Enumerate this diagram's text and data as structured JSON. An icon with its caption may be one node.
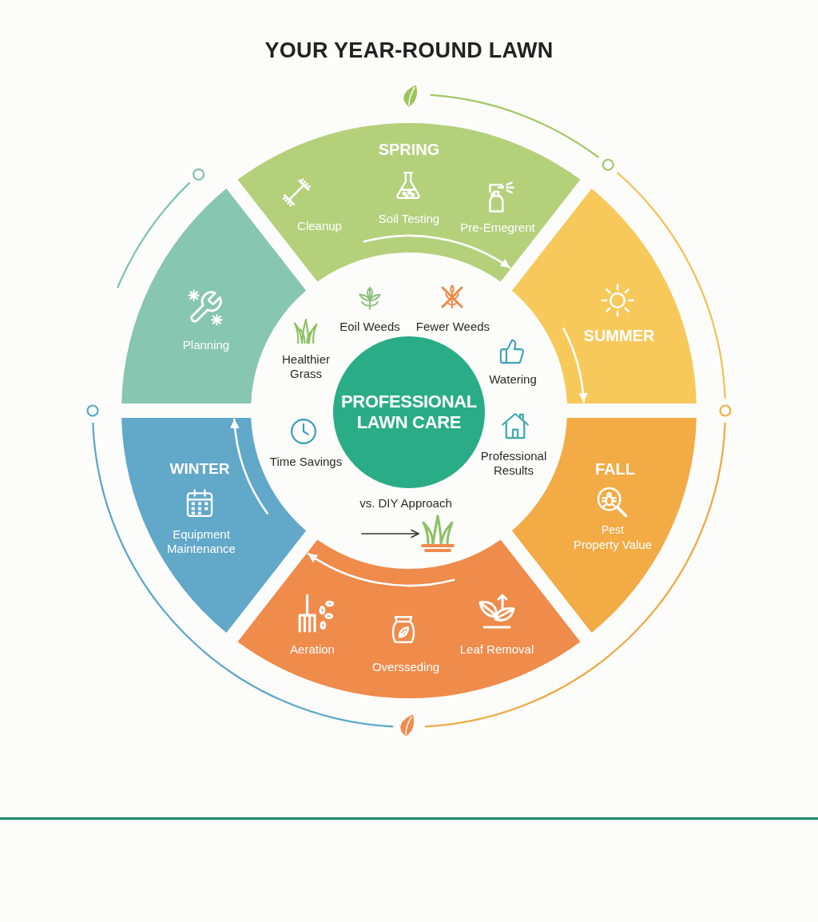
{
  "diagram": {
    "title": "YOUR YEAR-ROUND LAWN",
    "nodes": [
      {
        "text": [
          "SPRING",
          "Cleanup",
          "Soil Testing",
          "Pre-Emegrent"
        ]
      },
      {
        "text": [
          "SUMMER"
        ]
      },
      {
        "text": [
          "FALL",
          "Pest",
          "Property Value"
        ]
      },
      {
        "text": [
          "Aeration",
          "Oversseding",
          "Leaf Removal"
        ]
      },
      {
        "text": [
          "WINTER",
          "Equipment Maintenance"
        ]
      },
      {
        "text": [
          "Planning"
        ]
      },
      {
        "text": [
          "PROFESSIONAL LAWN CARE"
        ]
      },
      {
        "text": [],
        "shape": "picture"
      }
    ],
    "edges": [
      {
        "from": 0,
        "to": 1,
        "arrow": "to"
      },
      {
        "from": 1,
        "to": 2,
        "arrow": "to"
      },
      {
        "from": 3,
        "to": 4,
        "arrow": "to"
      },
      {
        "from": 4,
        "to": 5,
        "arrow": "to"
      },
      {
        "from": null,
        "to": 7,
        "arrow": "to",
        "color": "#333333"
      }
    ],
    "labels": [
      "Eoil Weeds",
      "Fewer Weeds",
      "Healthier Grass",
      "Watering",
      "Time Savings",
      "Professional Results",
      "vs. DIY Approach"
    ]
  }
}
